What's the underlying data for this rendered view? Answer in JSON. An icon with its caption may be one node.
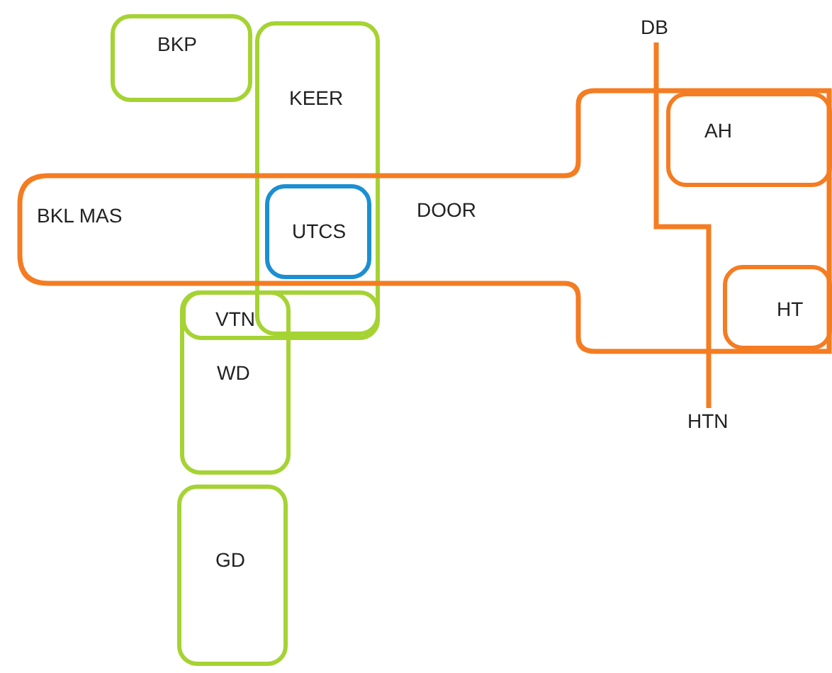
{
  "diagram": {
    "nodes": [
      {
        "text": [
          "BKP"
        ]
      },
      {
        "text": [
          "DB"
        ]
      },
      {
        "text": [
          "KEER"
        ]
      },
      {
        "text": [
          "AH"
        ],
        "in": 4
      },
      {
        "text": [
          "BKL MAS",
          "DOOR"
        ]
      },
      {
        "text": [
          "UTCS"
        ]
      },
      {
        "text": [
          "HT"
        ],
        "in": 4
      },
      {
        "text": [
          "VTN"
        ]
      },
      {
        "text": [
          "WD"
        ]
      },
      {
        "text": [
          "HTN"
        ]
      },
      {
        "text": [
          "GD"
        ]
      }
    ],
    "edges": [
      {
        "from": 1,
        "to": 9,
        "arrow": "none"
      }
    ]
  }
}
